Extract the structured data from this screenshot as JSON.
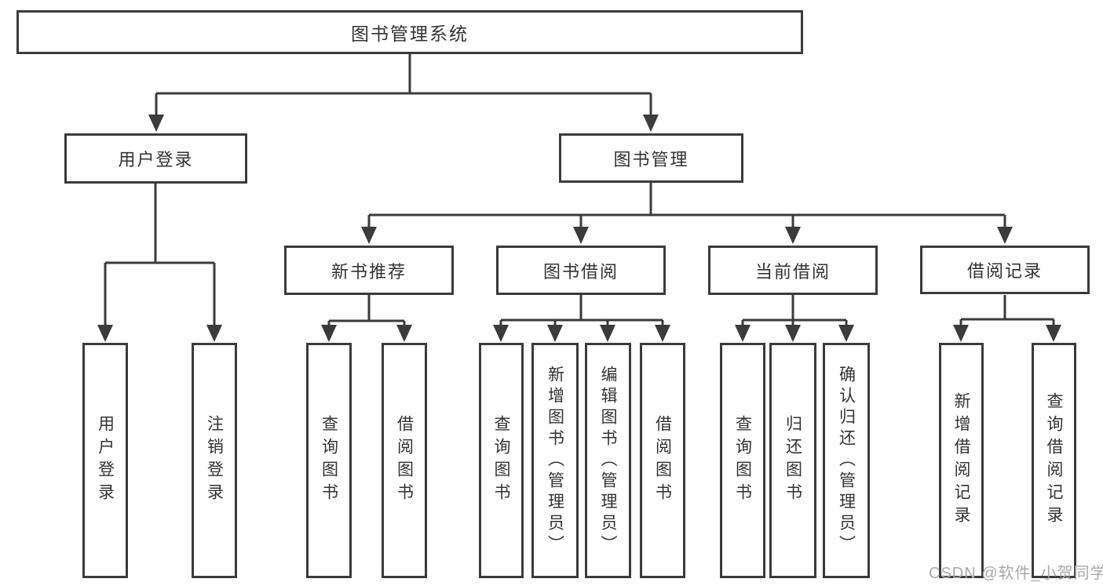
{
  "diagram_title": "图书管理系统",
  "colors": {
    "line": "#3b3b3b",
    "box_border": "#3b3b3b",
    "text": "#333333",
    "background": "#ffffff",
    "watermark": "#a9a9a9"
  },
  "nodes": {
    "root": "图书管理系统",
    "user_login": "用户登录",
    "book_mgmt": "图书管理",
    "new_book_rec": "新书推荐",
    "book_borrow": "图书借阅",
    "current_borrow": "当前借阅",
    "borrow_records": "借阅记录",
    "leaf_user_login": "用户登录",
    "leaf_logout": "注销登录",
    "leaf_query_books_1": "查询图书",
    "leaf_borrow_books_1": "借阅图书",
    "leaf_query_books_2": "查询图书",
    "leaf_add_books_admin": "新增图书（管理员）",
    "leaf_edit_books_admin": "编辑图书（管理员）",
    "leaf_borrow_books_2": "借阅图书",
    "leaf_query_books_3": "查询图书",
    "leaf_return_books": "归还图书",
    "leaf_confirm_return_admin": "确认归还（管理员）",
    "leaf_add_borrow_record": "新增借阅记录",
    "leaf_query_borrow_record": "查询借阅记录"
  },
  "hierarchy": {
    "图书管理系统": {
      "用户登录": [
        "用户登录",
        "注销登录"
      ],
      "图书管理": {
        "新书推荐": [
          "查询图书",
          "借阅图书"
        ],
        "图书借阅": [
          "查询图书",
          "新增图书（管理员）",
          "编辑图书（管理员）",
          "借阅图书"
        ],
        "当前借阅": [
          "查询图书",
          "归还图书",
          "确认归还（管理员）"
        ],
        "借阅记录": [
          "新增借阅记录",
          "查询借阅记录"
        ]
      }
    }
  },
  "watermark": "CSDN @软件_小贺同学"
}
